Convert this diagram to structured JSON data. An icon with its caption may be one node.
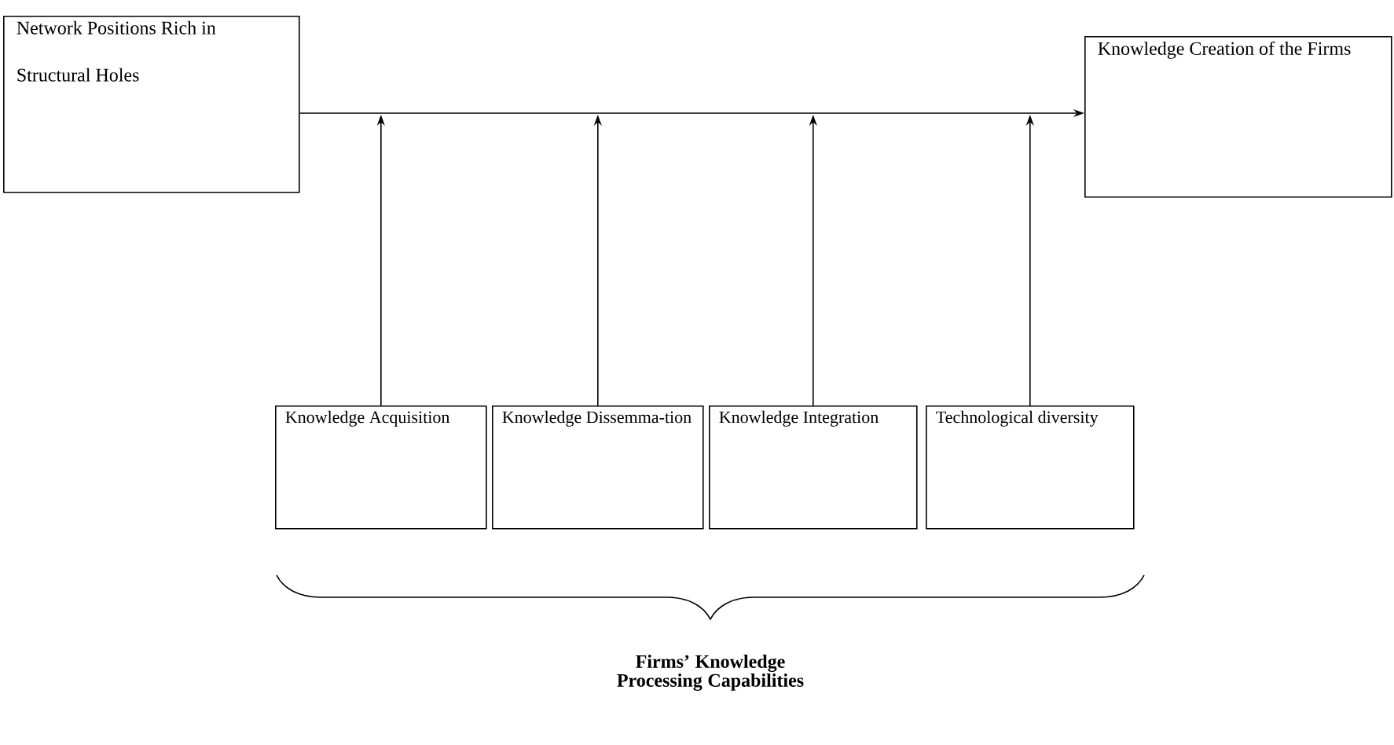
{
  "diagram": {
    "nodes": [
      {
        "text": [
          "Network Positions Rich in Structural Holes"
        ]
      },
      {
        "text": [
          "Knowledge Creation of the Firms"
        ]
      },
      {
        "text": [
          "Knowledge Acquisition"
        ]
      },
      {
        "text": [
          "Knowledge Dissemma-tion"
        ]
      },
      {
        "text": [
          "Knowledge Integration"
        ]
      },
      {
        "text": [
          "Technological diversity"
        ]
      }
    ],
    "edges": [
      {
        "from": 0,
        "to": 1,
        "arrow": "to"
      },
      {
        "from": 2,
        "to": null,
        "arrow": "to"
      },
      {
        "from": 3,
        "to": null,
        "arrow": "to"
      },
      {
        "from": 4,
        "to": null,
        "arrow": "to"
      },
      {
        "from": 5,
        "to": null,
        "arrow": "to"
      }
    ],
    "labels": [
      "Firms’ Knowledge Processing Capabilities"
    ]
  }
}
